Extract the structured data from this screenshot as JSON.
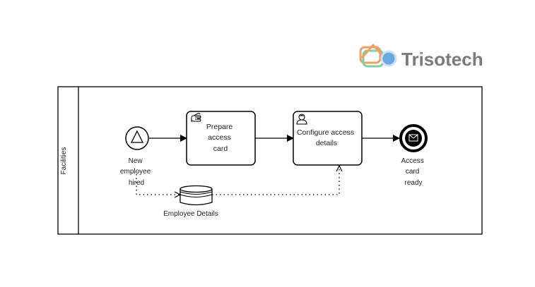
{
  "logo": {
    "text": "Trisotech"
  },
  "pool": {
    "lane_label": "Facilities"
  },
  "events": {
    "start": {
      "label_lines": [
        "New",
        "employee",
        "hired"
      ]
    },
    "end": {
      "label_lines": [
        "Access",
        "card",
        "ready"
      ]
    }
  },
  "tasks": {
    "prepare": {
      "label_lines": [
        "Prepare",
        "access",
        "card"
      ],
      "type": "manual"
    },
    "configure": {
      "label_lines": [
        "Configure access",
        "details"
      ],
      "type": "user"
    }
  },
  "data_store": {
    "label": "Employee Details"
  },
  "colors": {
    "stroke": "#000000",
    "text": "#222222",
    "logo_gray": "#7a7a7a",
    "logo_orange": "#f0a060",
    "logo_green": "#7fcf9f",
    "logo_blue": "#6aa8e0"
  }
}
